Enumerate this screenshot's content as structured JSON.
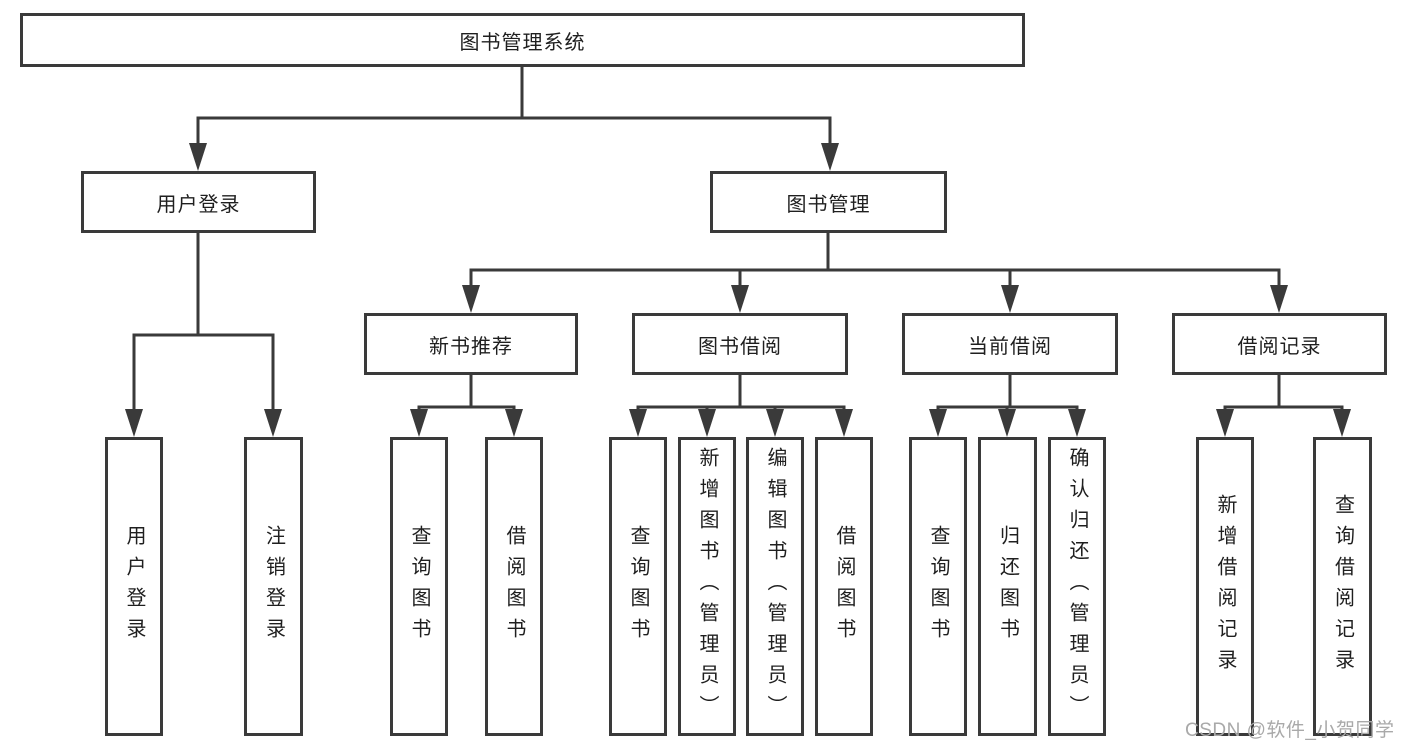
{
  "colors": {
    "line": "#3a3a3a",
    "text": "#1f1f1f",
    "watermark": "#a9a9a9",
    "background": "#ffffff"
  },
  "watermark": "CSDN @软件_小贺同学",
  "tree": {
    "label": "图书管理系统",
    "children": [
      {
        "label": "用户登录",
        "children": [
          {
            "label": "用户登录"
          },
          {
            "label": "注销登录"
          }
        ]
      },
      {
        "label": "图书管理",
        "children": [
          {
            "label": "新书推荐",
            "children": [
              {
                "label": "查询图书"
              },
              {
                "label": "借阅图书"
              }
            ]
          },
          {
            "label": "图书借阅",
            "children": [
              {
                "label": "查询图书"
              },
              {
                "label": "新增图书（管理员）"
              },
              {
                "label": "编辑图书（管理员）"
              },
              {
                "label": "借阅图书"
              }
            ]
          },
          {
            "label": "当前借阅",
            "children": [
              {
                "label": "查询图书"
              },
              {
                "label": "归还图书"
              },
              {
                "label": "确认归还（管理员）"
              }
            ]
          },
          {
            "label": "借阅记录",
            "children": [
              {
                "label": "新增借阅记录"
              },
              {
                "label": "查询借阅记录"
              }
            ]
          }
        ]
      }
    ]
  }
}
